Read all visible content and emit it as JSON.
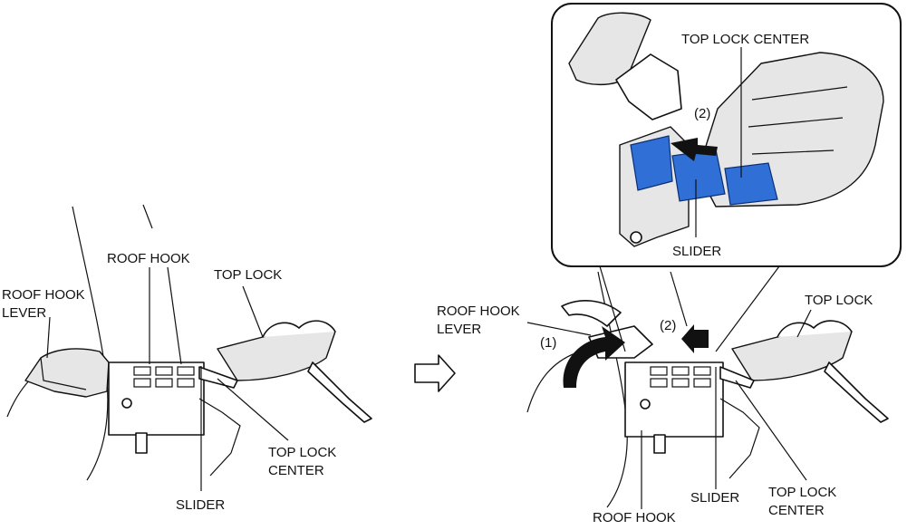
{
  "left_view": {
    "labels": {
      "roof_hook_lever_1": "ROOF HOOK",
      "roof_hook_lever_2": "LEVER",
      "roof_hook": "ROOF HOOK",
      "top_lock": "TOP LOCK",
      "top_lock_center_1": "TOP LOCK",
      "top_lock_center_2": "CENTER",
      "slider": "SLIDER"
    }
  },
  "right_view": {
    "labels": {
      "roof_hook_lever_1": "ROOF HOOK",
      "roof_hook_lever_2": "LEVER",
      "step1": "(1)",
      "step2": "(2)",
      "top_lock": "TOP LOCK",
      "roof_hook": "ROOF HOOK",
      "slider": "SLIDER",
      "top_lock_center_1": "TOP LOCK",
      "top_lock_center_2": "CENTER"
    }
  },
  "inset": {
    "labels": {
      "top_lock_center": "TOP LOCK CENTER",
      "step2": "(2)",
      "slider": "SLIDER"
    },
    "highlight_color": "#2f6fd6"
  }
}
